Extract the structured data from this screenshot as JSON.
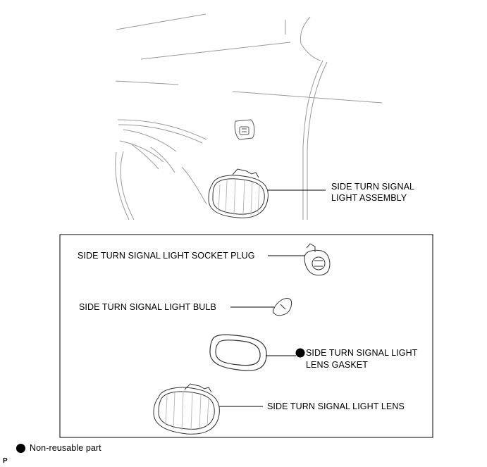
{
  "labels": {
    "assembly_line1": "SIDE TURN SIGNAL",
    "assembly_line2": "LIGHT ASSEMBLY",
    "socket_plug": "SIDE TURN SIGNAL LIGHT SOCKET PLUG",
    "bulb": "SIDE TURN SIGNAL LIGHT BULB",
    "gasket_line1": "SIDE TURN SIGNAL LIGHT",
    "gasket_line2": "LENS GASKET",
    "lens": "SIDE TURN SIGNAL LIGHT LENS"
  },
  "legend": {
    "text": "Non-reusable part",
    "symbol": "filled-circle-icon"
  },
  "corner_mark": "P",
  "colors": {
    "line": "#000000",
    "faint": "#9a9a9a",
    "background": "#ffffff"
  }
}
